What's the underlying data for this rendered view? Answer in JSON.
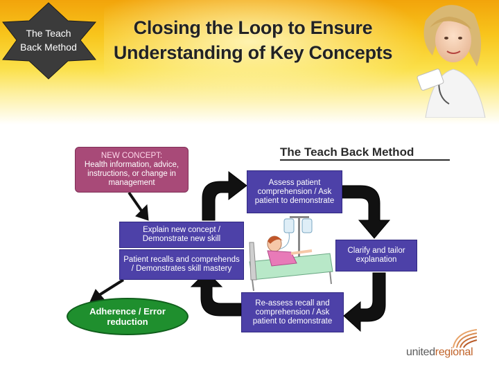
{
  "badge": {
    "line1": "The Teach",
    "line2": "Back Method"
  },
  "slide_title": {
    "line1": "Closing the Loop to Ensure",
    "line2": "Understanding of Key Concepts"
  },
  "diagram": {
    "title": "The Teach Back Method",
    "new_concept_heading": "NEW CONCEPT:",
    "new_concept_text": "Health information, advice, instructions, or change in management",
    "assess": "Assess patient comprehension / Ask patient to demonstrate",
    "explain": "Explain new concept / Demonstrate new skill",
    "recall": "Patient recalls and comprehends / Demonstrates skill mastery",
    "clarify": "Clarify and tailor explanation",
    "reassess": "Re-assess recall and comprehension / Ask patient to demonstrate",
    "adherence": "Adherence / Error reduction"
  },
  "logo": {
    "part1": "united",
    "part2": "regional"
  },
  "colors": {
    "box": "#4d41a8",
    "concept": "#a84a78",
    "oval": "#1f8f2e",
    "arrow": "#111111"
  }
}
